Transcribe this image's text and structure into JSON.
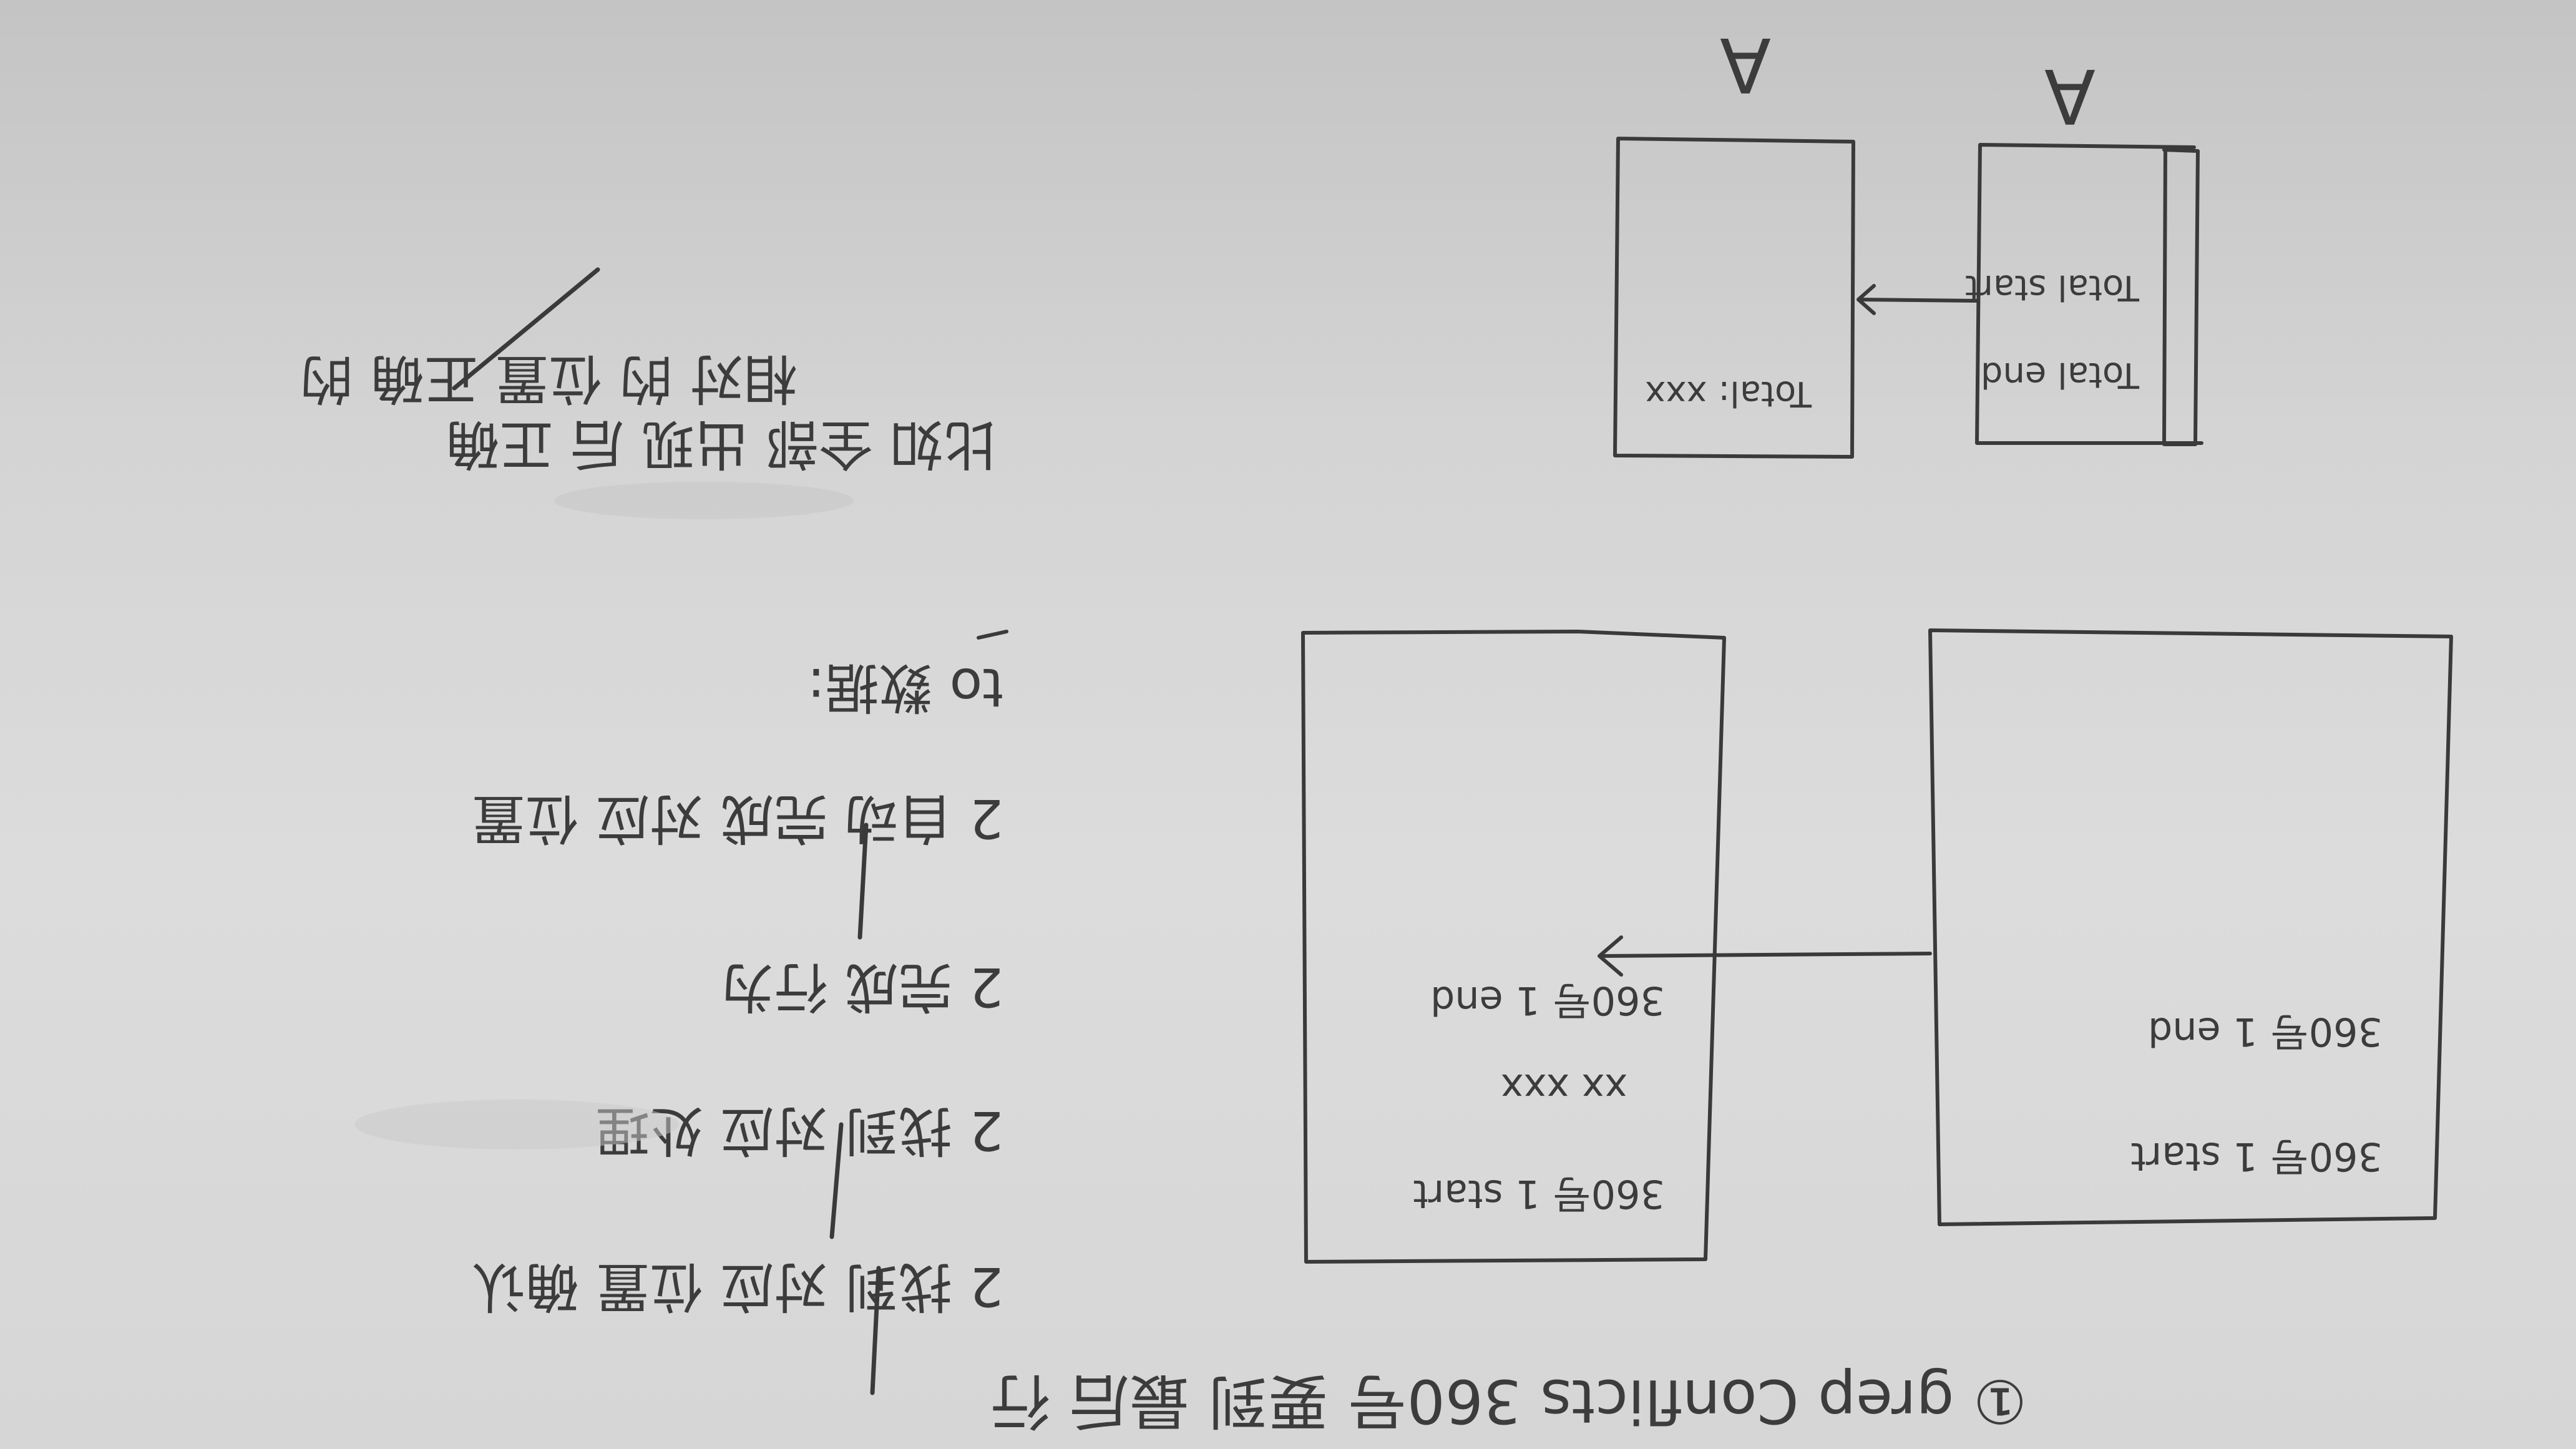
{
  "photo": {
    "background_color": "#d6d6d6",
    "ink_color": "#3a3a3a",
    "orientation": "rotated-180",
    "top_boxes": {
      "left": {
        "marker": "A",
        "content": "Total: xxx"
      },
      "right": {
        "marker": "A",
        "line1": "Total end",
        "line2": "Total start"
      }
    },
    "bottom_boxes": {
      "left": {
        "line1": "360号 1 end",
        "line2": "xx xxx",
        "line3": "360号 1 start"
      },
      "right": {
        "line1": "360号 1 end",
        "line2": "360号 1 start"
      }
    },
    "footer": "① grep Conflicts 360号 要到 最后 行",
    "notes": [
      "比如 全部 出现 后 正确",
      "相对 的 位置 正确 的",
      "to 数据:",
      "2 自动 完成 对应 位置",
      "2 完成 行为",
      "2 找到 对应 处理",
      "2 找到 对应 位置 确认"
    ]
  }
}
